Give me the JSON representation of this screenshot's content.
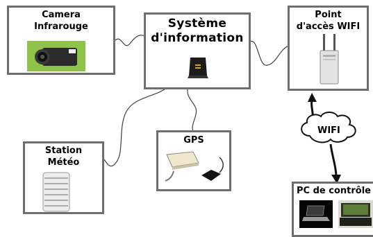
{
  "nodes": {
    "camera": "Camera Infrarouge",
    "si_line1": "Système",
    "si_line2": "d'information",
    "ap_line1": "Point",
    "ap_line2": "d'accès WIFI",
    "station_line1": "Station",
    "station_line2": "Météo",
    "gps": "GPS",
    "pc": "PC de contrôle"
  },
  "wifi_label": "WIFI",
  "colors": {
    "box_border": "#6e6e6e",
    "link": "#404040",
    "arrow": "#111111"
  },
  "icons": [
    "thermal-camera-icon",
    "computer-box-icon",
    "wifi-router-icon",
    "weather-station-icon",
    "gps-receiver-icon",
    "laptop-icon",
    "rugged-laptop-icon"
  ]
}
